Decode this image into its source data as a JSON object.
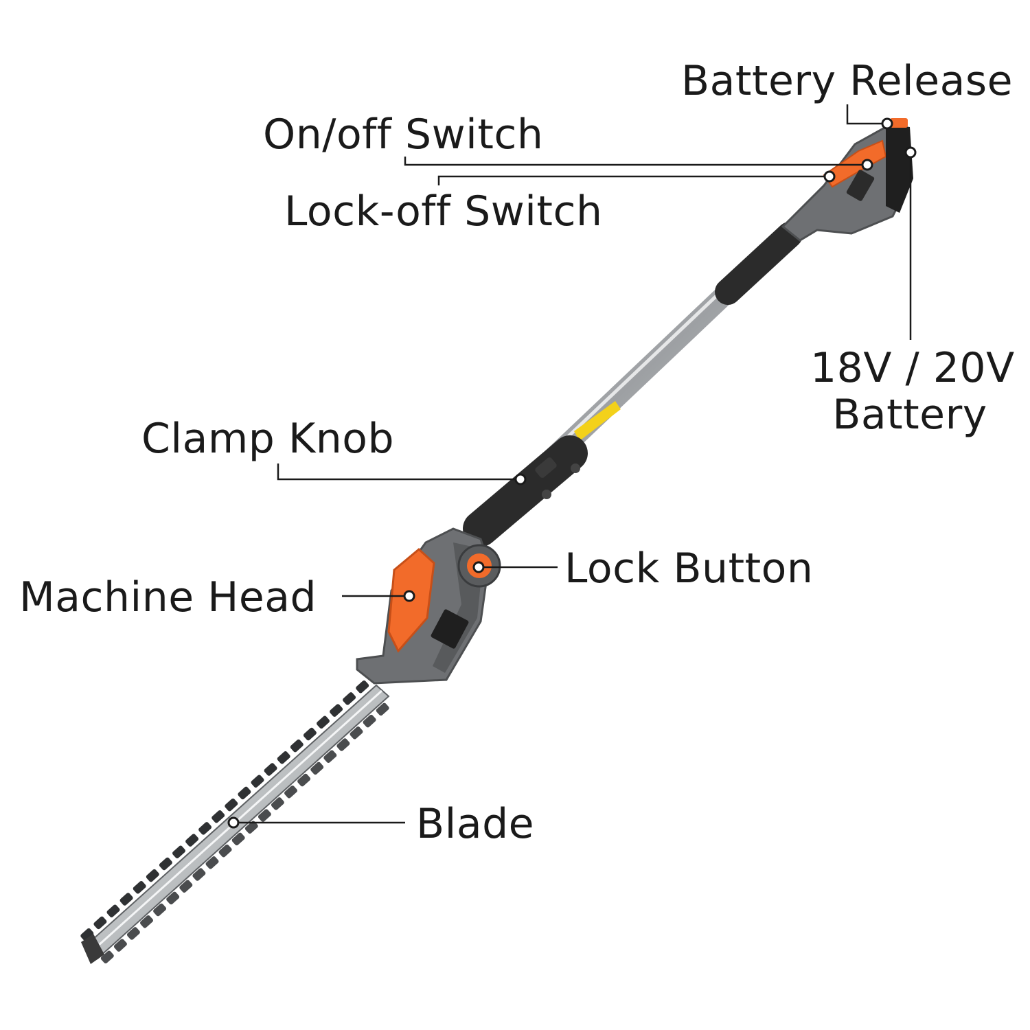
{
  "callouts": {
    "battery_release": "Battery Release",
    "on_off_switch": "On/off Switch",
    "lock_off_switch": "Lock-off Switch",
    "battery_line1": "18V / 20V",
    "battery_line2": "Battery",
    "clamp_knob": "Clamp Knob",
    "lock_button": "Lock Button",
    "machine_head": "Machine Head",
    "blade": "Blade"
  },
  "colors": {
    "accent_orange": "#f26b2a",
    "body_gray": "#6e7073",
    "grip_black": "#2b2b2b",
    "shaft_silver": "#b9bcbf",
    "leader_line": "#1a1a1a"
  }
}
